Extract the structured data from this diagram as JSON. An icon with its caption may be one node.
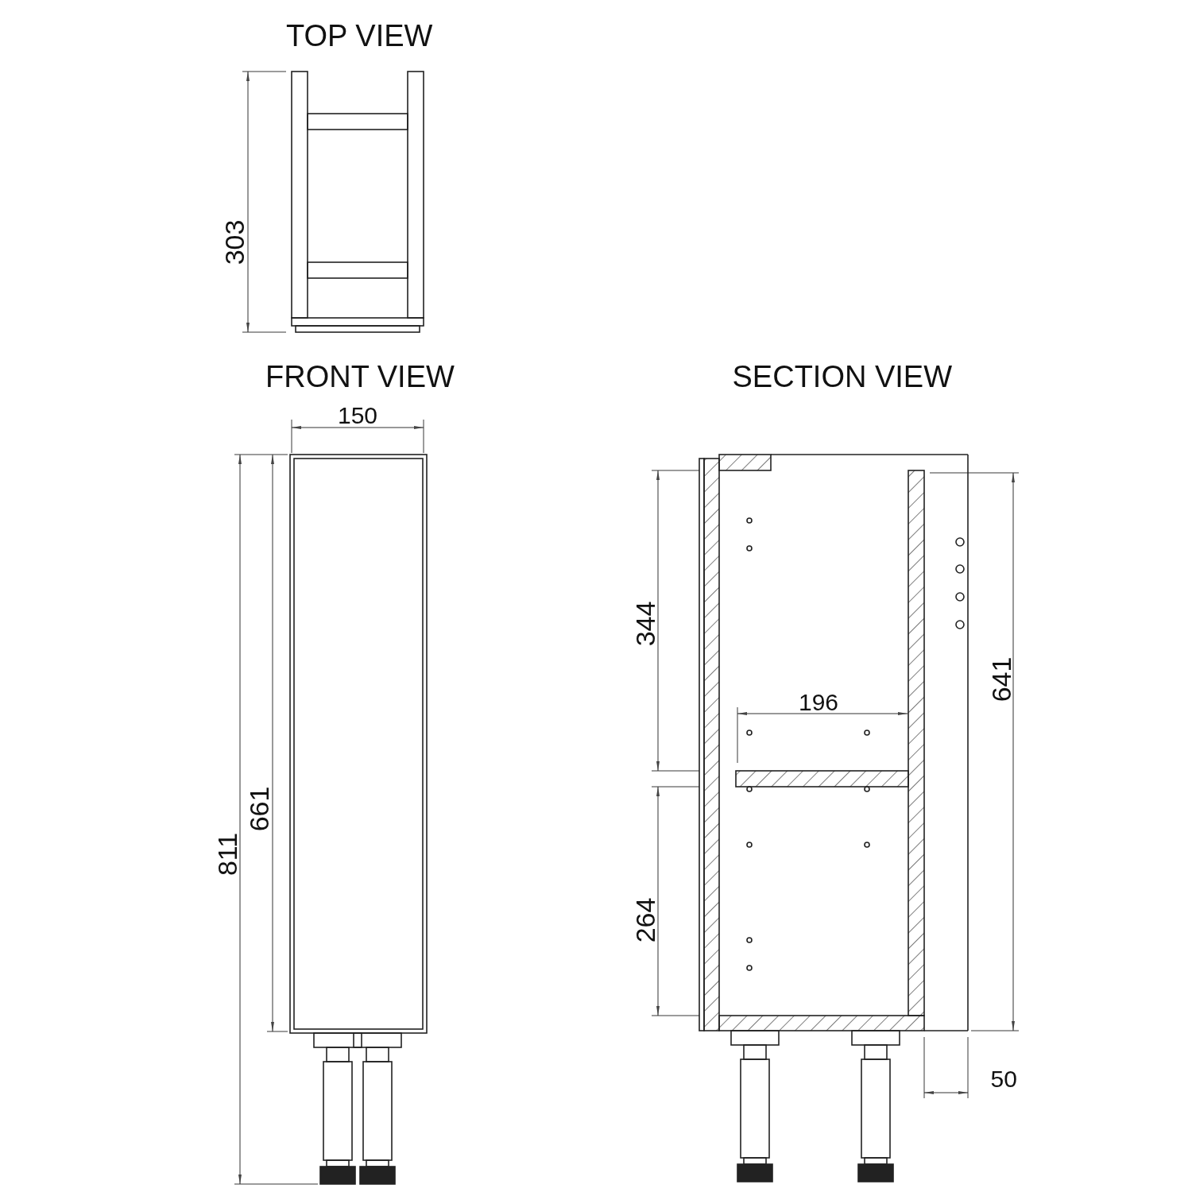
{
  "diagram": {
    "labels": [
      "TOP VIEW",
      "303",
      "FRONT VIEW",
      "SECTION VIEW",
      "150",
      "344",
      "661",
      "811",
      "196",
      "641",
      "264",
      "50"
    ]
  }
}
